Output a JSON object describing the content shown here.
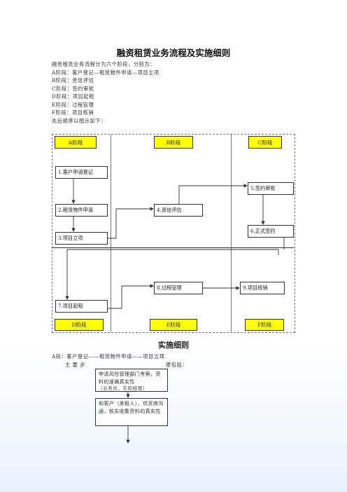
{
  "title": "融资租赁业务流程及实施细则",
  "intro": [
    "融资租赁业务流程分为六个阶段，分别为：",
    "A阶段：客户登记—租赁物件申请—项目立项",
    "B阶段：资信评估",
    "C阶段：签约审批",
    "D阶段：项目起租",
    "E阶段：过程管理",
    "F阶段：项目核销",
    "先后顺序以图示如下："
  ],
  "diagram": {
    "phases_top": [
      "A阶段",
      "B阶段",
      "C阶段"
    ],
    "phases_bottom": [
      "D阶段",
      "E阶段",
      "F阶段"
    ],
    "steps": {
      "s1": "1.客户申请登记",
      "s2": "2.租赁物件申请",
      "s3": "3.项目立项",
      "s4": "4.资信评估",
      "s5": "5.签约审批",
      "s6": "6.正式签约",
      "s7": "7.项目起租",
      "s8": "8.过程管理",
      "s9": "9.项目核销"
    }
  },
  "details": {
    "heading": "实施细则",
    "line_a": "A段：客户登记——租赁物件申请——项目立项",
    "main_steps_left": "主 要 步",
    "main_steps_right": "骤包括：",
    "box1": "申请风险管理部门考察，资料的准确真实性",
    "box1_overlap": "（业务员，实际经理）",
    "box2": "和客户（承租人）、供货商沟通，核实收集资料的真实性"
  },
  "colors": {
    "phase_fill": "#ffff00",
    "line": "#333333"
  }
}
